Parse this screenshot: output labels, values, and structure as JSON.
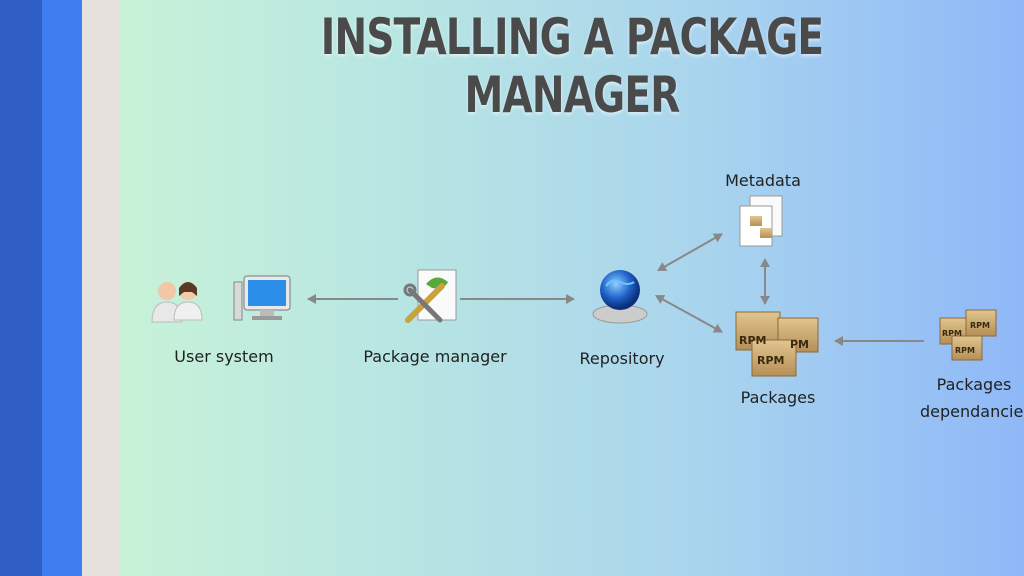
{
  "title": "INSTALLING A PACKAGE MANAGER",
  "nodes": {
    "user_system": "User system",
    "package_manager": "Package manager",
    "repository": "Repository",
    "metadata": "Metadata",
    "packages": "Packages",
    "packages_dependencies_line1": "Packages",
    "packages_dependencies_line2": "dependancies"
  },
  "rpm_labels": {
    "main_left": "RPM",
    "main_right": "PM",
    "main_bottom": "RPM",
    "dep_1": "RPM",
    "dep_2": "RPM",
    "dep_3": "RPM"
  },
  "colors": {
    "stripe_dark": "#2f5fc4",
    "stripe_blue": "#3f7ef0",
    "stripe_light": "#e6e1dc",
    "title": "#4a4a4a",
    "arrow": "#888888"
  }
}
